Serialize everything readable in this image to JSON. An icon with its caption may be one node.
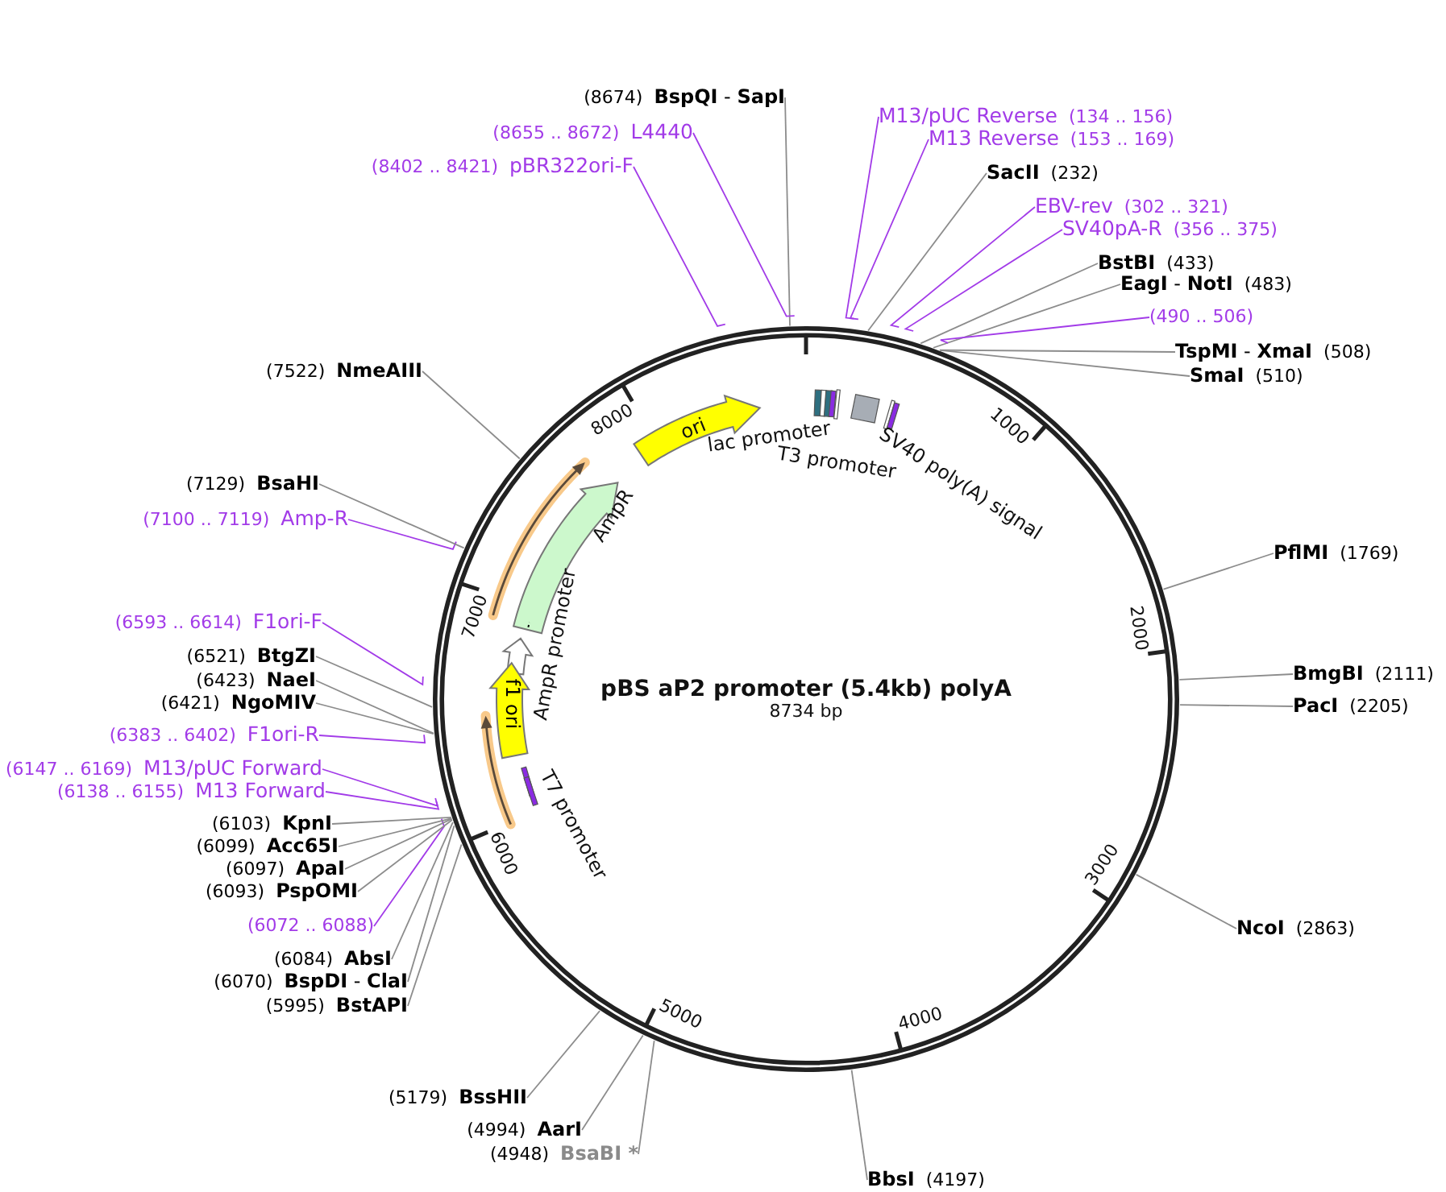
{
  "diagram": {
    "title": "pBS aP2 promoter (5.4kb) polyA",
    "nodes": [
      {
        "text": [
          "(8674)",
          "**BspQI** - **SapI**"
        ]
      },
      {
        "text": [
          "(8655 .. 8672)",
          "L4440"
        ]
      },
      {
        "text": [
          "(8402 .. 8421)",
          "pBR322ori-F"
        ]
      },
      {
        "text": [
          "M13/pUC Reverse",
          "(134 .. 156)"
        ]
      },
      {
        "text": [
          "M13 Reverse",
          "(153 .. 169)"
        ]
      },
      {
        "text": [
          "SacII",
          "(232)"
        ]
      },
      {
        "text": [
          "EBV-rev",
          "(302 .. 321)"
        ]
      },
      {
        "text": [
          "SV40pA-R",
          "(356 .. 375)"
        ]
      },
      {
        "text": [
          "BstBI",
          "(433)"
        ]
      },
      {
        "text": [
          "**EagI** - **NotI**",
          "(483)"
        ]
      },
      {
        "text": [
          "(490 .. 506)"
        ]
      },
      {
        "text": [
          "**TspMI** - **XmaI**",
          "(508)"
        ]
      },
      {
        "text": [
          "SmaI",
          "(510)"
        ]
      },
      {
        "text": [
          "PflMI",
          "(1769)"
        ]
      },
      {
        "text": [
          "BmgBI",
          "(2111)"
        ]
      },
      {
        "text": [
          "PacI",
          "(2205)"
        ]
      },
      {
        "text": [
          "NcoI",
          "(2863)"
        ]
      },
      {
        "text": [
          "BbsI",
          "(4197)"
        ]
      },
      {
        "text": [
          "(4994)",
          "AarI"
        ]
      },
      {
        "text": [
          "(4948)",
          "BsaBI *"
        ]
      },
      {
        "text": [
          "(5179)",
          "BssHII"
        ]
      },
      {
        "text": [
          "(5995)",
          "BstAPI"
        ]
      },
      {
        "text": [
          "(6070)",
          "**BspDI** - **ClaI**"
        ]
      },
      {
        "text": [
          "(6084)",
          "AbsI"
        ]
      },
      {
        "text": [
          "(6072 .. 6088)"
        ]
      },
      {
        "text": [
          "(6093)",
          "PspOMI"
        ]
      },
      {
        "text": [
          "(6097)",
          "ApaI"
        ]
      },
      {
        "text": [
          "(6099)",
          "Acc65I"
        ]
      },
      {
        "text": [
          "(6103)",
          "KpnI"
        ]
      },
      {
        "text": [
          "(6138 .. 6155)",
          "M13 Forward"
        ]
      },
      {
        "text": [
          "(6147 .. 6169)",
          "M13/pUC Forward"
        ]
      },
      {
        "text": [
          "(6383 .. 6402)",
          "F1ori-R"
        ]
      },
      {
        "text": [
          "(6421)",
          "NgoMIV"
        ]
      },
      {
        "text": [
          "(6423)",
          "NaeI"
        ]
      },
      {
        "text": [
          "(6521)",
          "BtgZI"
        ]
      },
      {
        "text": [
          "(6593 .. 6614)",
          "F1ori-F"
        ]
      },
      {
        "text": [
          "(7100 .. 7119)",
          "Amp-R"
        ]
      },
      {
        "text": [
          "(7129)",
          "BsaHI"
        ]
      },
      {
        "text": [
          "(7522)",
          "NmeAIII"
        ]
      }
    ],
    "edges": [
      {
        "from": 0,
        "to": null,
        "arrow": "none"
      },
      {
        "from": 1,
        "to": null,
        "arrow": "none",
        "color": "#a23be8"
      },
      {
        "from": 2,
        "to": null,
        "arrow": "none",
        "color": "#a23be8"
      },
      {
        "from": 3,
        "to": null,
        "arrow": "none",
        "color": "#a23be8"
      },
      {
        "from": 4,
        "to": null,
        "arrow": "none",
        "color": "#a23be8"
      },
      {
        "from": 5,
        "to": null,
        "arrow": "none"
      },
      {
        "from": 6,
        "to": null,
        "arrow": "none",
        "color": "#a23be8"
      },
      {
        "from": 7,
        "to": null,
        "arrow": "none",
        "color": "#a23be8"
      },
      {
        "from": 8,
        "to": null,
        "arrow": "none"
      },
      {
        "from": 9,
        "to": null,
        "arrow": "none"
      },
      {
        "from": 10,
        "to": null,
        "arrow": "none",
        "color": "#a23be8"
      },
      {
        "from": 11,
        "to": null,
        "arrow": "none"
      },
      {
        "from": 12,
        "to": null,
        "arrow": "none"
      },
      {
        "from": 13,
        "to": null,
        "arrow": "none"
      },
      {
        "from": 14,
        "to": null,
        "arrow": "none"
      },
      {
        "from": 15,
        "to": null,
        "arrow": "none"
      },
      {
        "from": 16,
        "to": null,
        "arrow": "none"
      },
      {
        "from": 17,
        "to": null,
        "arrow": "none"
      },
      {
        "from": 18,
        "to": null,
        "arrow": "none"
      },
      {
        "from": 19,
        "to": null,
        "arrow": "none"
      },
      {
        "from": 20,
        "to": null,
        "arrow": "none"
      },
      {
        "from": 21,
        "to": null,
        "arrow": "none"
      },
      {
        "from": 22,
        "to": null,
        "arrow": "none"
      },
      {
        "from": 23,
        "to": null,
        "arrow": "none"
      },
      {
        "from": 24,
        "to": null,
        "arrow": "none",
        "color": "#a23be8"
      },
      {
        "from": 25,
        "to": null,
        "arrow": "none"
      },
      {
        "from": 26,
        "to": null,
        "arrow": "none"
      },
      {
        "from": 27,
        "to": null,
        "arrow": "none"
      },
      {
        "from": 28,
        "to": null,
        "arrow": "none"
      },
      {
        "from": 29,
        "to": null,
        "arrow": "none",
        "color": "#a23be8"
      },
      {
        "from": 30,
        "to": null,
        "arrow": "none",
        "color": "#a23be8"
      },
      {
        "from": 31,
        "to": null,
        "arrow": "none",
        "color": "#a23be8"
      },
      {
        "from": 32,
        "to": null,
        "arrow": "none"
      },
      {
        "from": 33,
        "to": null,
        "arrow": "none"
      },
      {
        "from": 34,
        "to": null,
        "arrow": "none"
      },
      {
        "from": 35,
        "to": null,
        "arrow": "none",
        "color": "#a23be8"
      },
      {
        "from": 36,
        "to": null,
        "arrow": "none",
        "color": "#a23be8"
      },
      {
        "from": 37,
        "to": null,
        "arrow": "none"
      },
      {
        "from": 38,
        "to": null,
        "arrow": "none"
      }
    ],
    "labels": [
      "ori",
      "lac promoter",
      "T3 promoter",
      "SV40 poly(A) signal",
      "AmpR",
      "AmpR promoter",
      "f1 ori",
      "T7 promoter",
      "8734 bp",
      "1000",
      "2000",
      "3000",
      "4000",
      "5000",
      "6000",
      "7000",
      "8000"
    ]
  }
}
